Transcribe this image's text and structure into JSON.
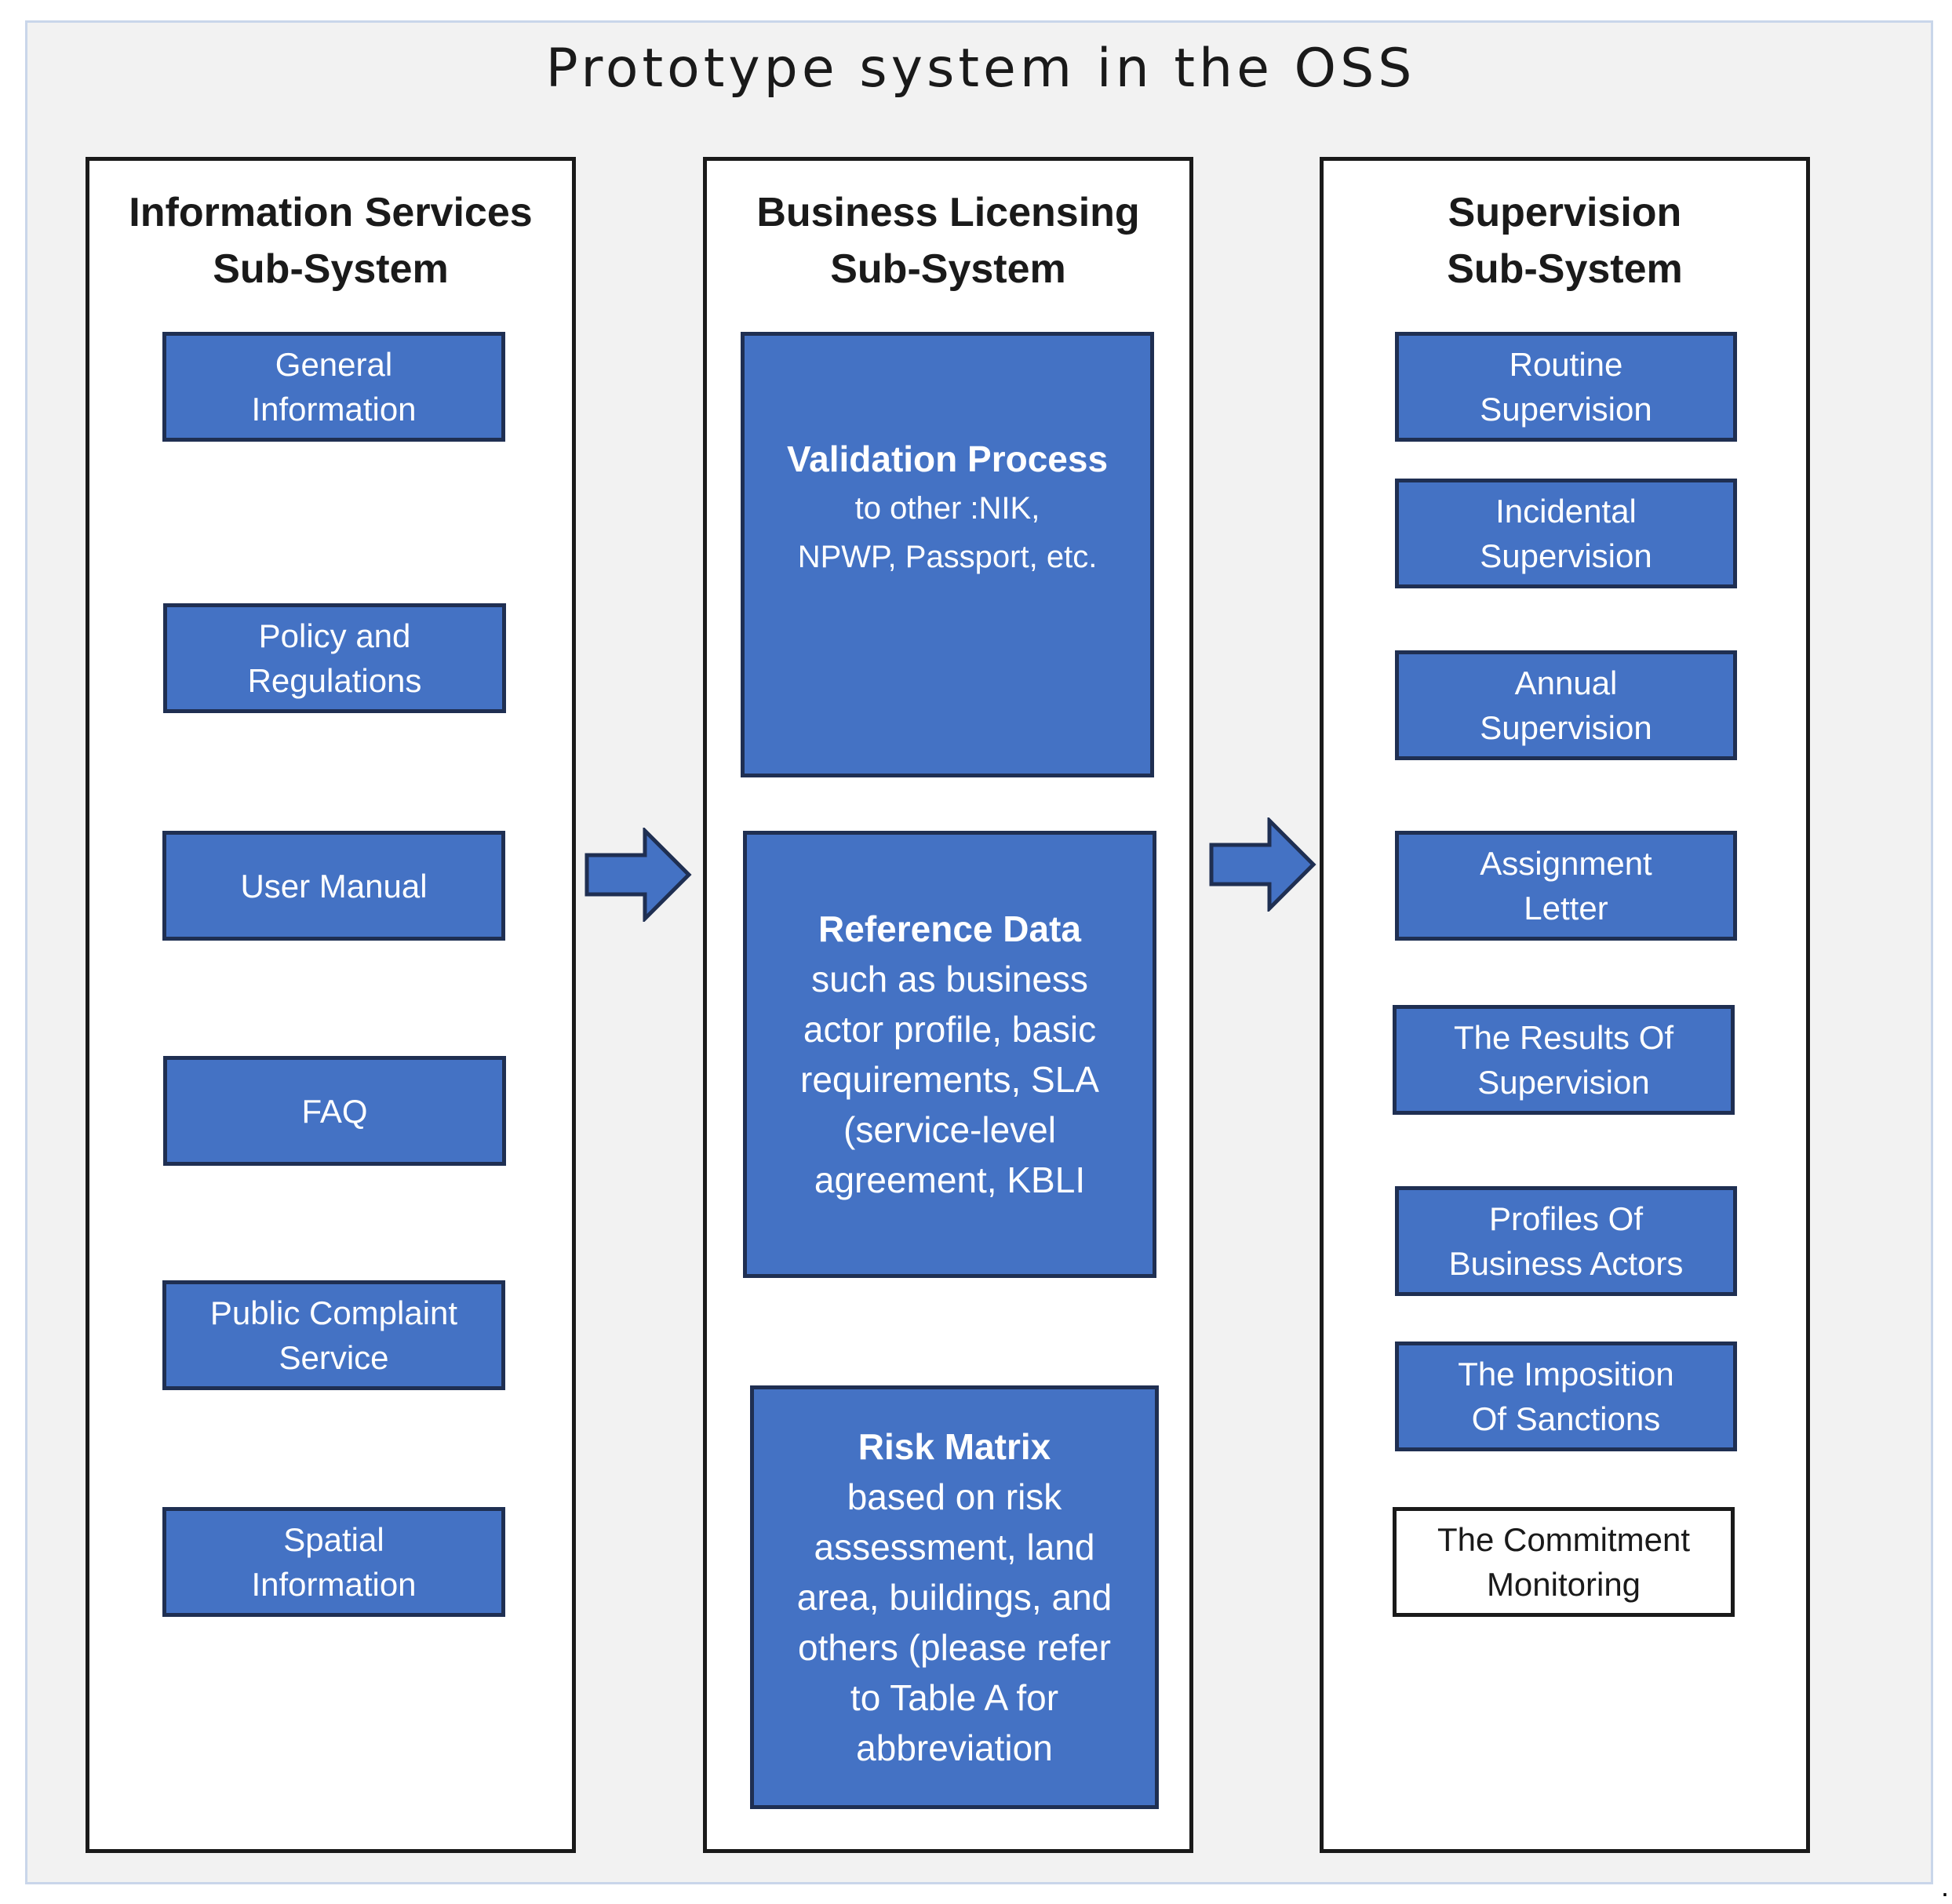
{
  "title": "Prototype system in the OSS",
  "columns": {
    "info": {
      "title": "Information Services\nSub-System",
      "items": [
        "General\nInformation",
        "Policy and\nRegulations",
        "User Manual",
        "FAQ",
        "Public Complaint\nService",
        "Spatial\nInformation"
      ]
    },
    "licensing": {
      "title": "Business Licensing\nSub-System",
      "blocks": [
        {
          "head": "Validation Process",
          "body": "to other  :NIK,\nNPWP, Passport, etc."
        },
        {
          "head": "Reference Data",
          "body": "such as  business\nactor profile, basic\nrequirements, SLA\n(service-level\nagreement, KBLI"
        },
        {
          "head": "Risk Matrix",
          "body": "based on risk\nassessment, land\narea, buildings, and\nothers (please refer\nto Table A for\nabbreviation"
        }
      ]
    },
    "supervision": {
      "title": "Supervision\nSub-System",
      "items": [
        "Routine\nSupervision",
        "Incidental\nSupervision",
        "Annual\nSupervision",
        "Assignment\nLetter",
        "The Results Of\nSupervision",
        "Profiles Of\nBusiness Actors",
        "The Imposition\nOf Sanctions",
        "The Commitment\nMonitoring"
      ]
    }
  },
  "trailing_mark": ".",
  "colors": {
    "box_fill": "#4472c4",
    "box_border": "#1f2f52",
    "background": "#f2f2f2"
  },
  "icons": [
    "arrow-right-icon",
    "arrow-right-icon"
  ]
}
